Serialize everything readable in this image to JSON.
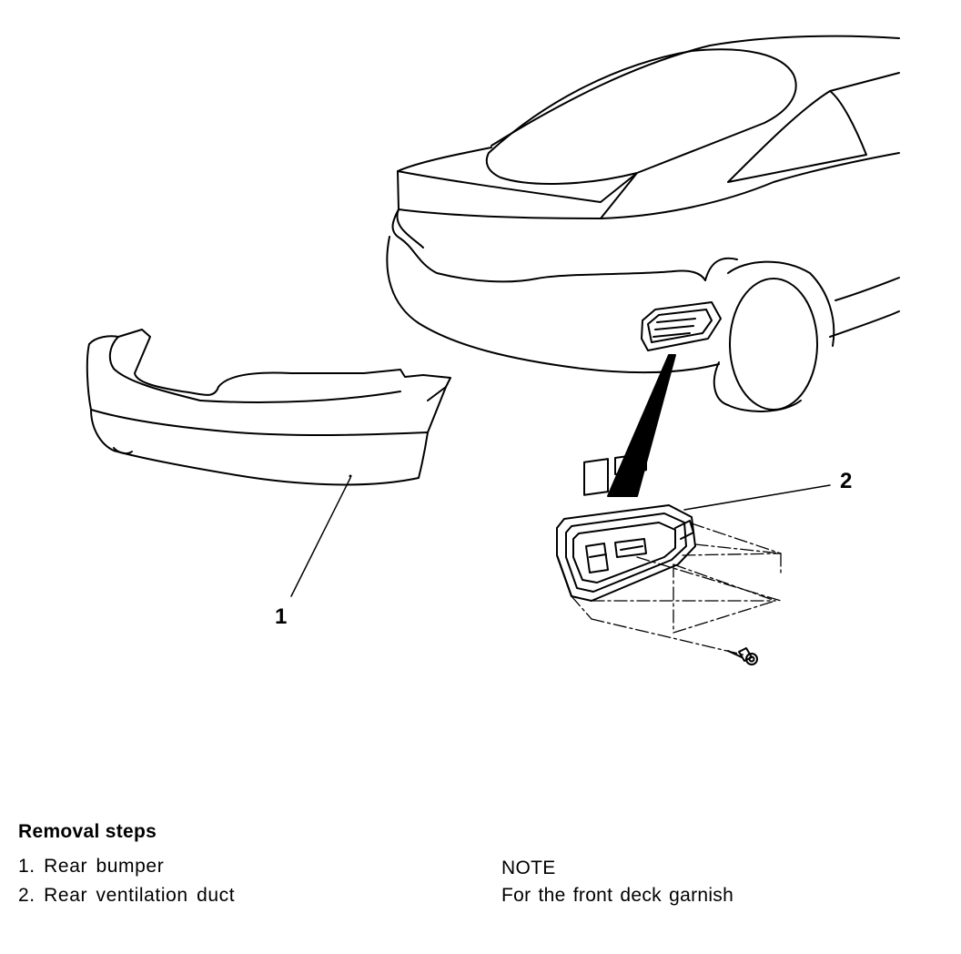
{
  "diagram": {
    "callouts": {
      "one": "1",
      "two": "2"
    },
    "icons": {
      "car": "car-rear-outline",
      "bumper": "rear-bumper-part",
      "duct": "ventilation-duct-part",
      "screw": "screw-fastener"
    }
  },
  "legend": {
    "title": "Removal steps",
    "steps": [
      "1. Rear bumper",
      "2. Rear ventilation duct"
    ],
    "note_label": "NOTE",
    "note_text": "For the front deck garnish"
  }
}
